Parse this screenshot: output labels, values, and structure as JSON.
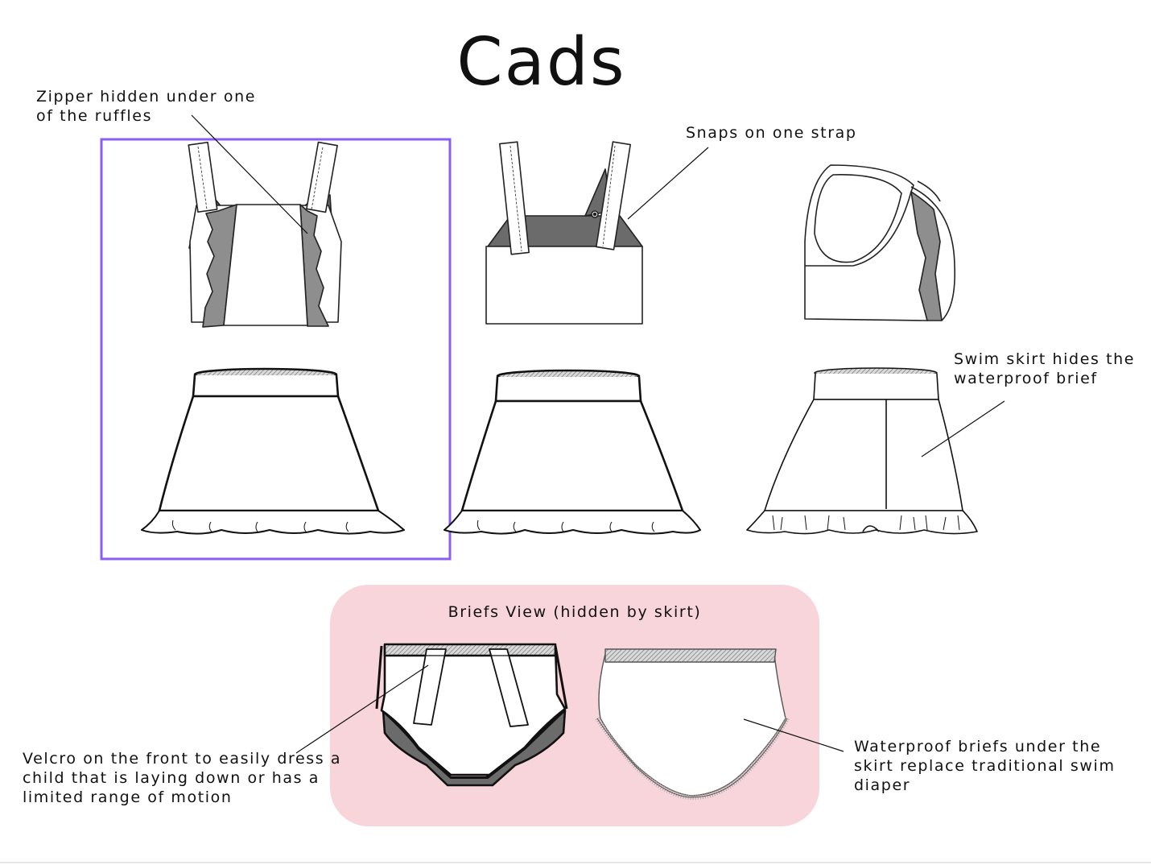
{
  "title": "Cads",
  "annotations": {
    "zipper": "Zipper hidden under one\nof the ruffles",
    "snaps": "Snaps on one strap",
    "swim_skirt": "Swim skirt hides the\nwaterproof brief",
    "velcro": "Velcro on the front to easily dress a\nchild that is laying down or has a\nlimited range of motion",
    "waterproof": "Waterproof briefs under the\nskirt replace traditional swim\ndiaper"
  },
  "briefs_panel": {
    "title": "Briefs View (hidden by skirt)"
  },
  "colors": {
    "selection_border": "#8b5cf6",
    "panel_bg": "#f7d5da",
    "ruffle_gray": "#8e8e8e",
    "lining_gray": "#6b6b6b",
    "elastic_gray": "#bdbdbd"
  }
}
